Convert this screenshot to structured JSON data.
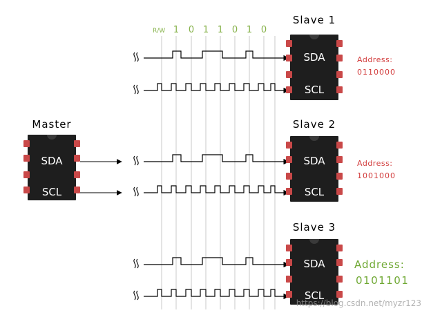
{
  "title_labels": {
    "master": "Master",
    "slave1": "Slave 1",
    "slave2": "Slave 2",
    "slave3": "Slave 3"
  },
  "pins": {
    "sda": "SDA",
    "scl": "SCL"
  },
  "bit_header": {
    "rw": "R/W",
    "bits": [
      "1",
      "0",
      "1",
      "1",
      "0",
      "1",
      "0"
    ]
  },
  "addresses": {
    "slave1": {
      "label": "Address:",
      "value": "0110000"
    },
    "slave2": {
      "label": "Address:",
      "value": "1001000"
    },
    "slave3": {
      "label": "Address:",
      "value": "0101101"
    }
  },
  "watermark": "https://blog.csdn.net/myzr123",
  "colors": {
    "chip": "#1e1e1e",
    "pin": "#c94848",
    "bit_text": "#86b24a",
    "address_red": "#d23b3b",
    "address_green": "#6fa833",
    "gridline": "#bdbdbd",
    "signal": "#000000"
  },
  "icons": {
    "signal_break": "tilde-break-icon",
    "arrow": "arrow-right-icon"
  }
}
